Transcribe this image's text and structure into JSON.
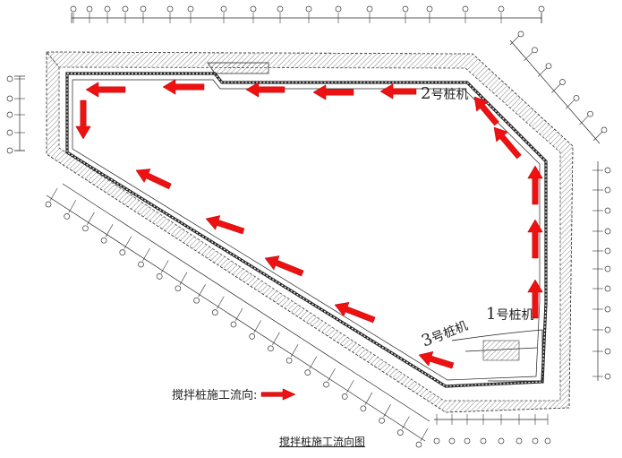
{
  "machines": [
    {
      "id": "machine-2",
      "number": "2",
      "label": "号桩机"
    },
    {
      "id": "machine-1",
      "number": "1",
      "label": "号桩机"
    },
    {
      "id": "machine-3",
      "number": "3",
      "label": "号桩机"
    }
  ],
  "legend": {
    "label": "搅拌桩施工流向:"
  },
  "caption": "搅拌桩施工流向图",
  "colors": {
    "arrow": "#ee1111",
    "line": "#222222",
    "hatch": "#555555"
  }
}
